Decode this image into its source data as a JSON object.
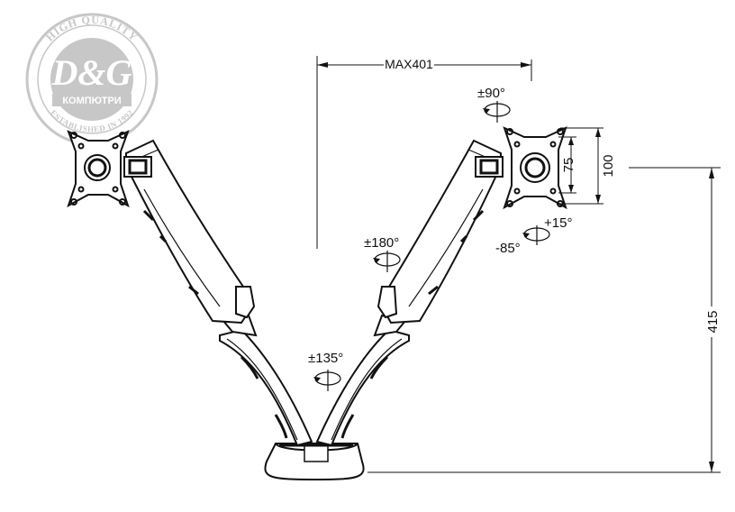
{
  "logo": {
    "arc_top": "HIGH QUALITY",
    "brand": "D&G",
    "subtitle": "КОМПЮТРИ",
    "arc_bottom": "ESTABLISHED IN 1992"
  },
  "dimensions": {
    "width_max": "MAX401",
    "height_total": "415",
    "vesa_large": "100",
    "vesa_small": "75"
  },
  "rotations": {
    "screen_rotate": "±90°",
    "arm_swivel": "±180°",
    "base_swivel": "±135°",
    "tilt_up": "+15°",
    "tilt_down": "-85°"
  },
  "colors": {
    "ink": "#111111",
    "logo": "#9a9a9a"
  }
}
